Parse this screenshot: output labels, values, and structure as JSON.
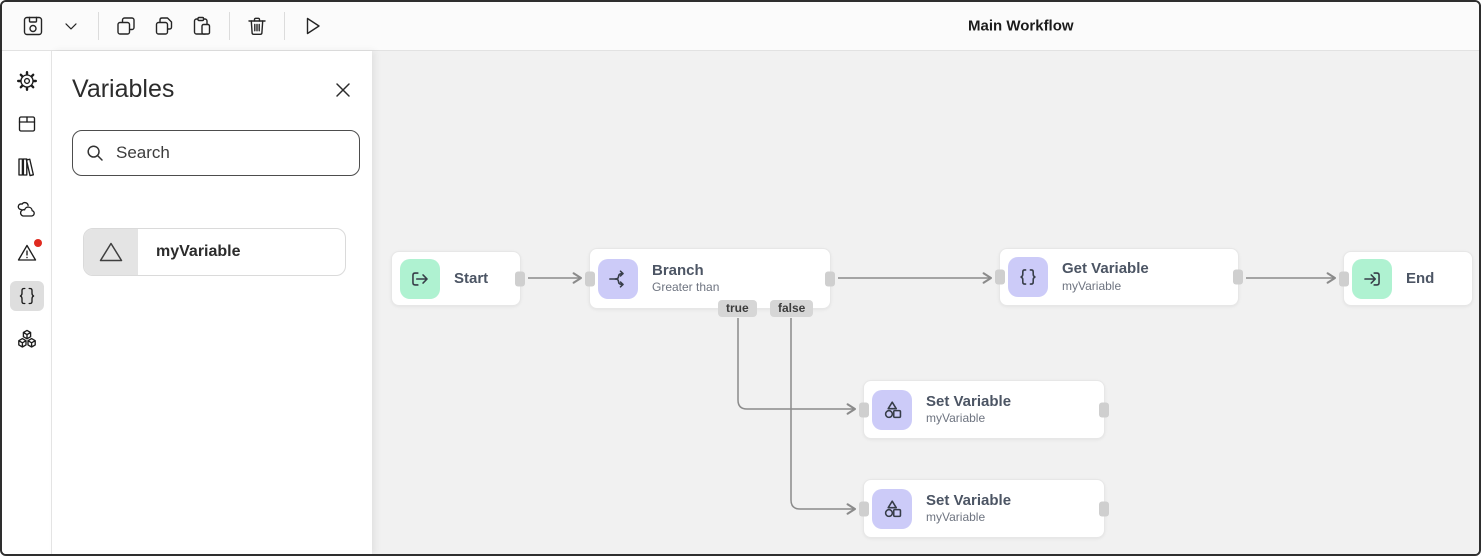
{
  "window": {
    "title": "Main Workflow"
  },
  "toolbar": {
    "icons": [
      "save-icon",
      "chevron-down-icon",
      "duplicate-icon",
      "copy-icon",
      "paste-icon",
      "delete-icon",
      "run-icon"
    ]
  },
  "left_rail": {
    "icons": [
      {
        "name": "settings-icon",
        "selected": false
      },
      {
        "name": "toolbox-icon",
        "selected": false
      },
      {
        "name": "library-icon",
        "selected": false
      },
      {
        "name": "cloud-icon",
        "selected": false
      },
      {
        "name": "warnings-icon",
        "selected": false,
        "badge": true
      },
      {
        "name": "variables-icon",
        "selected": true
      },
      {
        "name": "blocks-icon",
        "selected": false
      }
    ]
  },
  "variables_panel": {
    "title": "Variables",
    "close_icon": "close-icon",
    "search_placeholder": "Search",
    "items": [
      {
        "name": "myVariable",
        "icon": "triangle-icon"
      }
    ]
  },
  "canvas": {
    "nodes": {
      "start": {
        "title": "Start",
        "icon": "start-icon",
        "accent": "#aff2d1"
      },
      "branch": {
        "title": "Branch",
        "subtitle": "Greater than",
        "icon": "branch-icon",
        "accent": "#cccbf8",
        "ports": {
          "true": "true",
          "false": "false"
        }
      },
      "get_variable": {
        "title": "Get Variable",
        "subtitle": "myVariable",
        "icon": "curly-braces-icon",
        "accent": "#cccbf8"
      },
      "end": {
        "title": "End",
        "icon": "end-icon",
        "accent": "#aff2d1"
      },
      "set_variable_true": {
        "title": "Set Variable",
        "subtitle": "myVariable",
        "icon": "shapes-icon",
        "accent": "#cccbf8"
      },
      "set_variable_false": {
        "title": "Set Variable",
        "subtitle": "myVariable",
        "icon": "shapes-icon",
        "accent": "#cccbf8"
      }
    },
    "edges": [
      {
        "from": "start",
        "to": "branch"
      },
      {
        "from": "branch",
        "to": "get_variable"
      },
      {
        "from": "get_variable",
        "to": "end"
      },
      {
        "from": "branch:true",
        "to": "set_variable_true"
      },
      {
        "from": "branch:false",
        "to": "set_variable_false"
      }
    ]
  },
  "colors": {
    "canvas_bg": "#f1f1f1",
    "node_green": "#aff2d1",
    "node_purple": "#cccbf8",
    "port_gray": "#cfcfcf",
    "edge_gray": "#8b8b8b",
    "badge_red": "#e02b20"
  }
}
